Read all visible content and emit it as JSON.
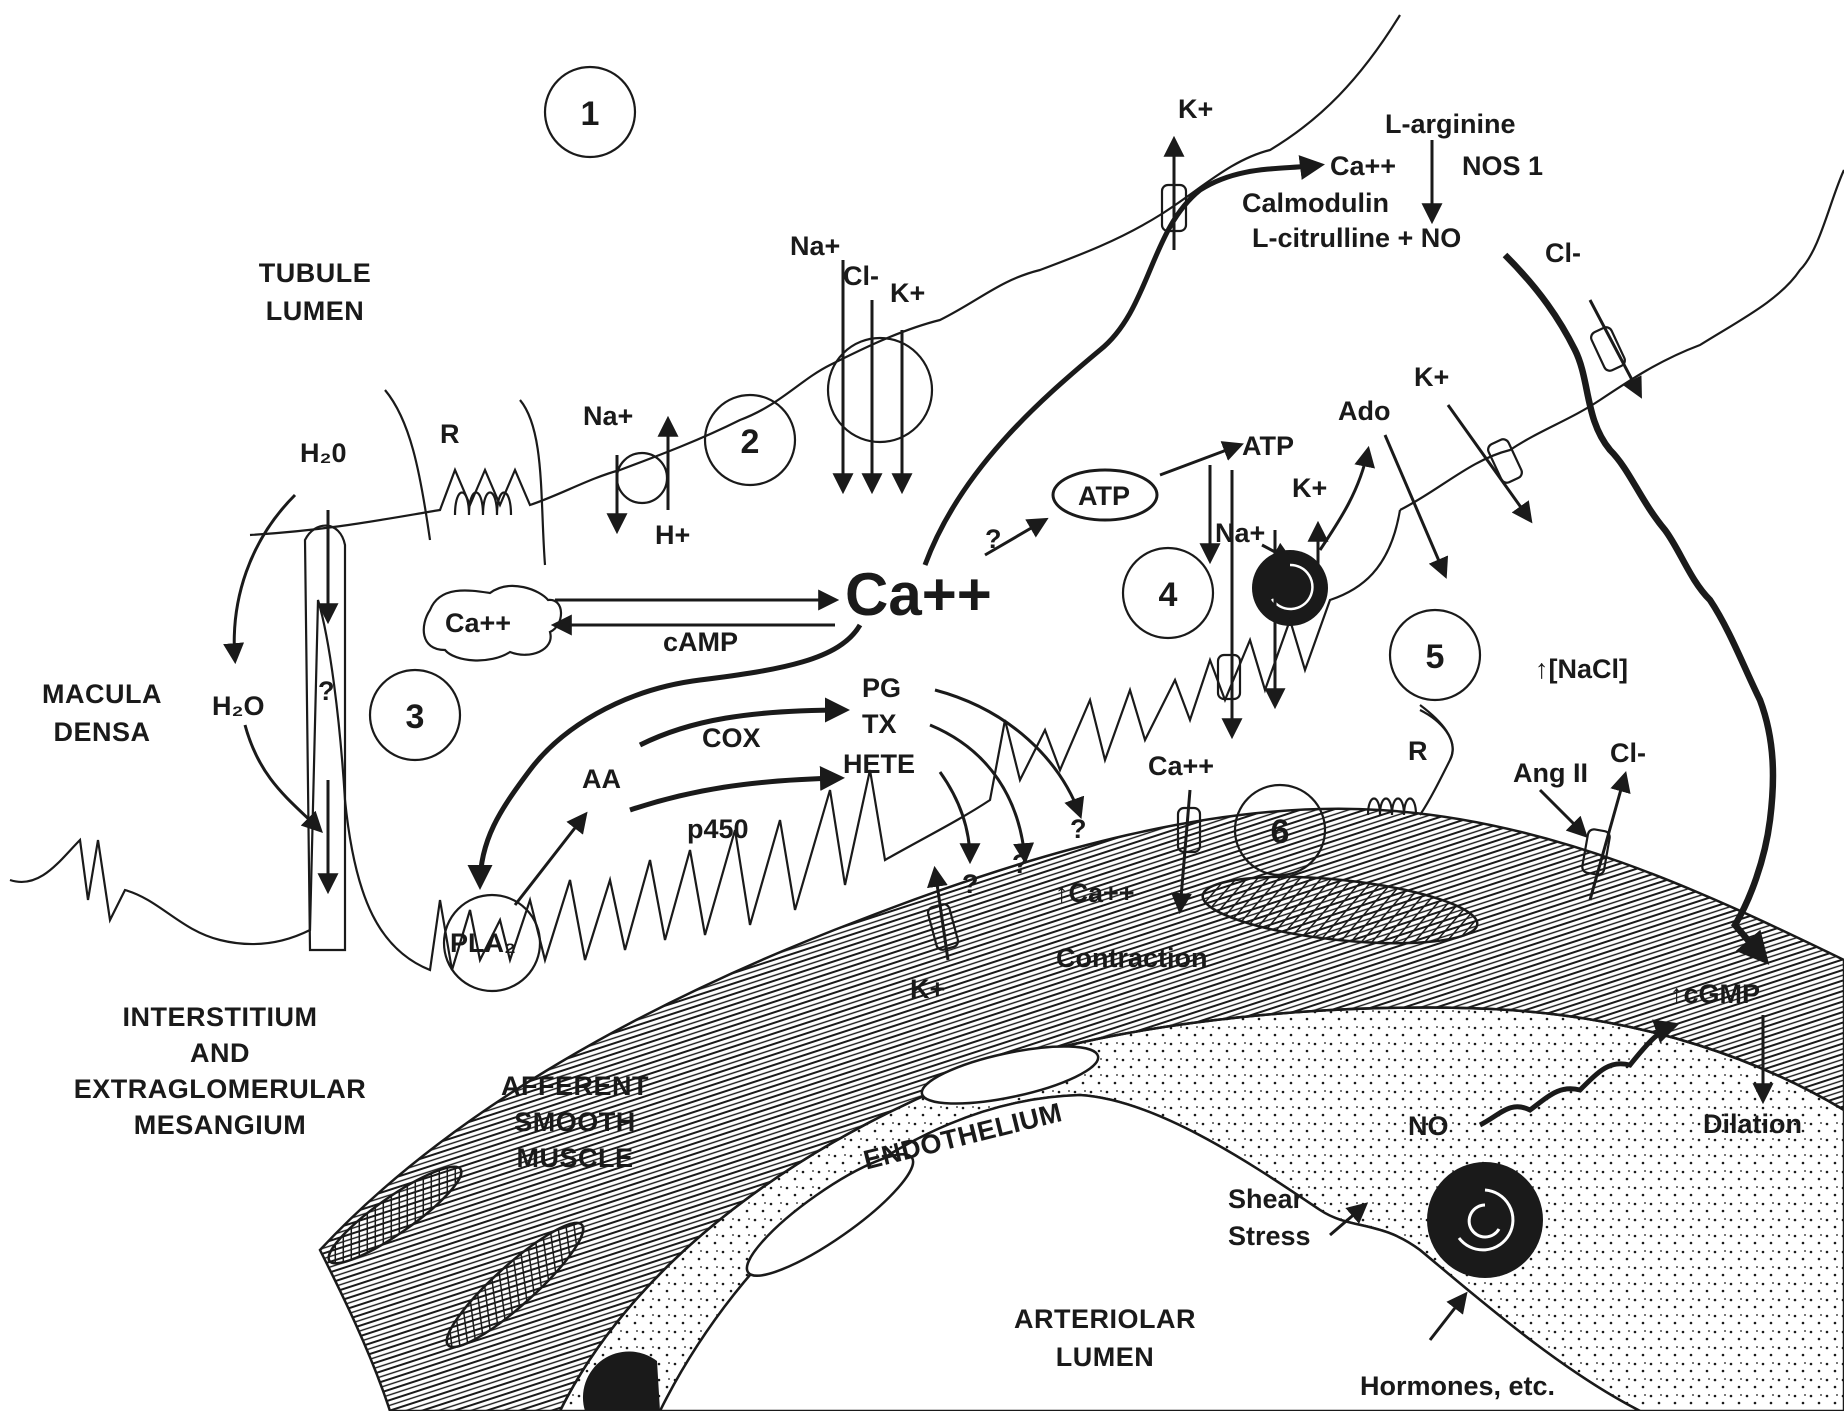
{
  "regions": {
    "tubule_lumen": [
      "TUBULE",
      "LUMEN"
    ],
    "macula_densa": [
      "MACULA",
      "DENSA"
    ],
    "interstitium": [
      "INTERSTITIUM",
      "AND",
      "EXTRAGLOMERULAR",
      "MESANGIUM"
    ],
    "afferent_smooth_muscle": [
      "AFFERENT",
      "SMOOTH",
      "MUSCLE"
    ],
    "endothelium": "ENDOTHELIUM",
    "arteriolar_lumen": [
      "ARTERIOLAR",
      "LUMEN"
    ]
  },
  "step_numbers": [
    "1",
    "2",
    "3",
    "4",
    "5",
    "6"
  ],
  "labels": {
    "r": "R",
    "h2o_top": "H₂0",
    "h2o_mid": "H₂O",
    "question": "?",
    "na_plus": "Na+",
    "h_plus": "H+",
    "cl_minus": "Cl-",
    "k_plus": "K+",
    "ca_big": "Ca++",
    "ca_small": "Ca++",
    "camp": "cAMP",
    "atp": "ATP",
    "ado": "Ado",
    "l_arginine": "L-arginine",
    "nos1": "NOS 1",
    "calmodulin": "Calmodulin",
    "l_citrulline": "L-citrulline + NO",
    "pg": "PG",
    "tx": "TX",
    "hete": "HETE",
    "cox": "COX",
    "p450": "p450",
    "aa": "AA",
    "pla2": "PLA₂",
    "nacl": "↑[NaCl]",
    "ang_ii": "Ang II",
    "ca_up": "↑Ca++",
    "contraction": "Contraction",
    "cgmp": "↑cGMP",
    "dilation": "Dilation",
    "no": "NO",
    "shear_stress": [
      "Shear",
      "Stress"
    ],
    "hormones": "Hormones, etc."
  }
}
